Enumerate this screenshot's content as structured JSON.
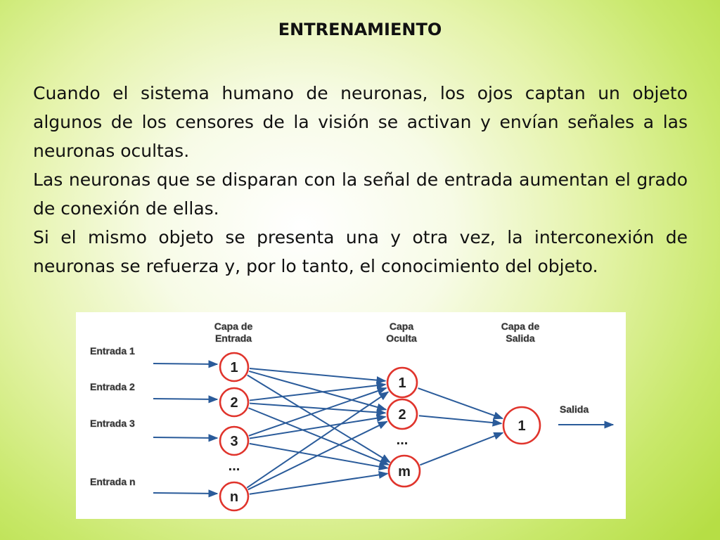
{
  "slide": {
    "title": "ENTRENAMIENTO",
    "paragraphs": [
      "Cuando el sistema humano de neuronas, los ojos captan un objeto algunos de los censores de la visión se activan y envían señales a las neuronas ocultas.",
      "Las neuronas que se disparan con la señal de entrada aumentan el grado de conexión de ellas.",
      "Si el mismo objeto se presenta una y otra vez, la interconexión de neuronas se refuerza y, por lo tanto, el conocimiento del objeto."
    ]
  },
  "diagram": {
    "input_layer_label": [
      "Capa de",
      "Entrada"
    ],
    "hidden_layer_label": [
      "Capa",
      "Oculta"
    ],
    "output_layer_label": [
      "Capa de",
      "Salida"
    ],
    "inputs": [
      "Entrada 1",
      "Entrada 2",
      "Entrada 3",
      "Entrada n"
    ],
    "input_neurons": [
      "1",
      "2",
      "3",
      "n"
    ],
    "hidden_neurons": [
      "1",
      "2",
      "m"
    ],
    "output_neurons": [
      "1"
    ],
    "ellipsis": "...",
    "output_label": "Salida",
    "colors": {
      "neuron_border": "#e0342c",
      "arrow": "#2a5b9a"
    }
  }
}
